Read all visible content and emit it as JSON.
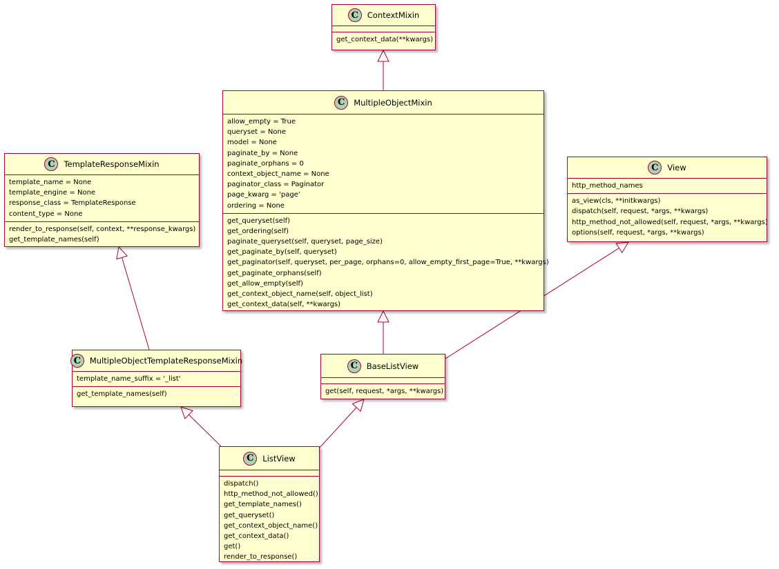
{
  "colors": {
    "fill": "#FEFECE",
    "border": "#A80036",
    "circle": "#ADD1B2"
  },
  "classes": {
    "ContextMixin": {
      "stereotype": "C",
      "name": "ContextMixin",
      "fields": [],
      "methods": [
        "get_context_data(**kwargs)"
      ]
    },
    "MultipleObjectMixin": {
      "stereotype": "C",
      "name": "MultipleObjectMixin",
      "fields": [
        "allow_empty = True",
        "queryset = None",
        "model = None",
        "paginate_by = None",
        "paginate_orphans = 0",
        "context_object_name = None",
        "paginator_class = Paginator",
        "page_kwarg = 'page'",
        "ordering = None"
      ],
      "methods": [
        "get_queryset(self)",
        "get_ordering(self)",
        "paginate_queryset(self, queryset, page_size)",
        "get_paginate_by(self, queryset)",
        "get_paginator(self, queryset, per_page, orphans=0, allow_empty_first_page=True, **kwargs)",
        "get_paginate_orphans(self)",
        "get_allow_empty(self)",
        "get_context_object_name(self, object_list)",
        "get_context_data(self, **kwargs)"
      ]
    },
    "TemplateResponseMixin": {
      "stereotype": "C",
      "name": "TemplateResponseMixin",
      "fields": [
        "template_name = None",
        "template_engine = None",
        "response_class = TemplateResponse",
        "content_type = None"
      ],
      "methods": [
        "render_to_response(self, context, **response_kwargs)",
        "get_template_names(self)"
      ]
    },
    "View": {
      "stereotype": "C",
      "name": "View",
      "fields": [
        "http_method_names"
      ],
      "methods": [
        "as_view(cls, **initkwargs)",
        "dispatch(self, request, *args, **kwargs)",
        "http_method_not_allowed(self, request, *args, **kwargs)",
        "options(self, request, *args, **kwargs)"
      ]
    },
    "MultipleObjectTemplateResponseMixin": {
      "stereotype": "C",
      "name": "MultipleObjectTemplateResponseMixin",
      "fields": [
        "template_name_suffix = '_list'"
      ],
      "methods": [
        "get_template_names(self)"
      ]
    },
    "BaseListView": {
      "stereotype": "C",
      "name": "BaseListView",
      "fields": [],
      "methods": [
        "get(self, request, *args, **kwargs)"
      ]
    },
    "ListView": {
      "stereotype": "C",
      "name": "ListView",
      "fields": [],
      "methods": [
        "dispatch()",
        "http_method_not_allowed()",
        "get_template_names()",
        "get_queryset()",
        "get_context_object_name()",
        "get_context_data()",
        "get()",
        "render_to_response()"
      ]
    }
  },
  "inheritance": [
    {
      "child": "MultipleObjectMixin",
      "parent": "ContextMixin"
    },
    {
      "child": "MultipleObjectTemplateResponseMixin",
      "parent": "TemplateResponseMixin"
    },
    {
      "child": "BaseListView",
      "parent": "MultipleObjectMixin"
    },
    {
      "child": "BaseListView",
      "parent": "View"
    },
    {
      "child": "ListView",
      "parent": "MultipleObjectTemplateResponseMixin"
    },
    {
      "child": "ListView",
      "parent": "BaseListView"
    }
  ]
}
